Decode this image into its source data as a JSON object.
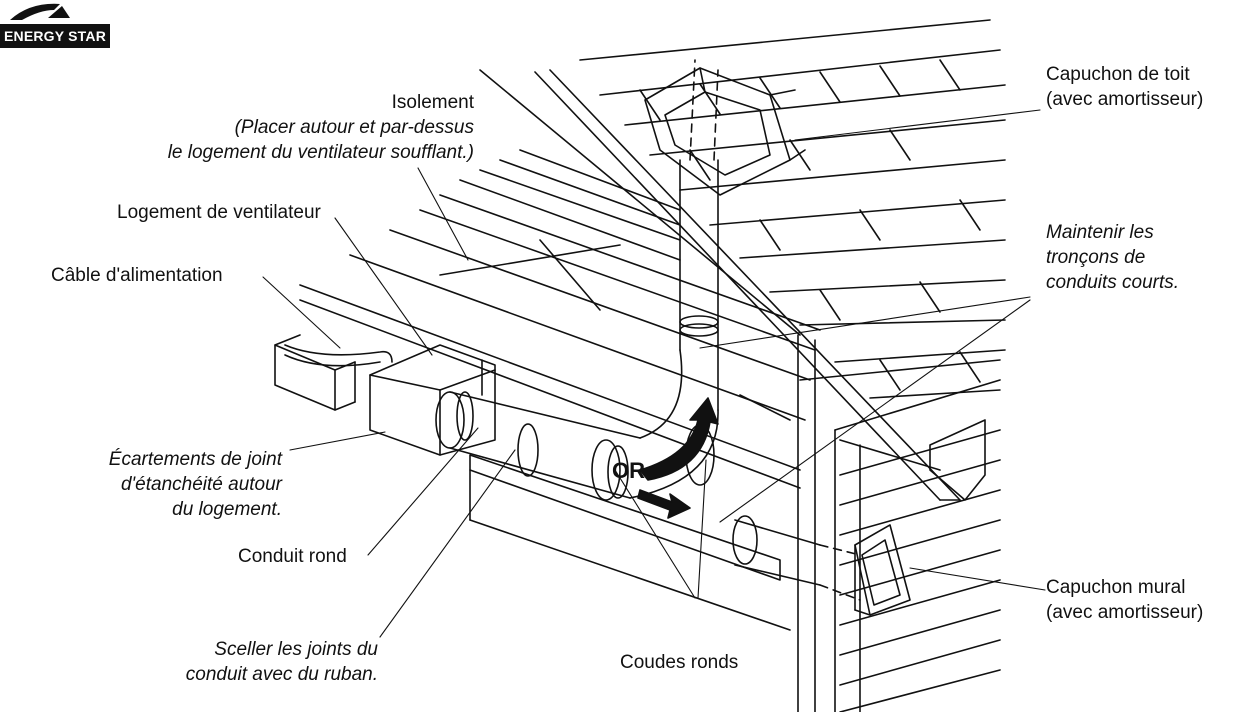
{
  "logo": {
    "text": "ENERGY STAR"
  },
  "labels": {
    "insulation_title": "Isolement",
    "insulation_note_1": "(Placer autour et par-dessus",
    "insulation_note_2": "le logement du ventilateur soufflant.)",
    "fan_housing": "Logement de ventilateur",
    "power_cable": "Câble d'alimentation",
    "gasket_1": "Écartements de joint",
    "gasket_2": "d'étanchéité autour",
    "gasket_3": "du logement.",
    "round_duct": "Conduit rond",
    "seal_1": "Sceller les joints du",
    "seal_2": "conduit avec du ruban.",
    "round_elbows": "Coudes ronds",
    "roof_cap_1": "Capuchon de toit",
    "roof_cap_2": "(avec amortisseur)",
    "keep_short_1": "Maintenir les",
    "keep_short_2": "tronçons de",
    "keep_short_3": "conduits courts.",
    "wall_cap_1": "Capuchon mural",
    "wall_cap_2": "(avec amortisseur)",
    "or": "OR"
  },
  "colors": {
    "ink": "#111111",
    "paper": "#ffffff"
  }
}
